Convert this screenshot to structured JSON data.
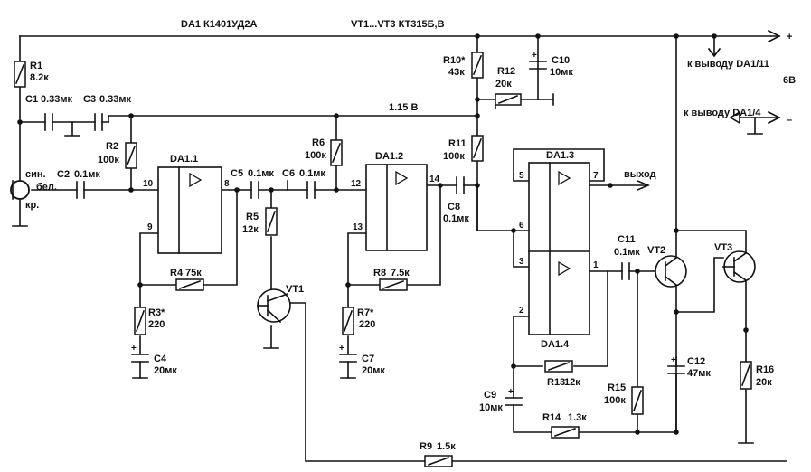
{
  "header": {
    "da1_type": "DA1  К1401УД2А",
    "vt_type": "VT1...VT3  КТ315Б,В"
  },
  "labels": {
    "plus": "+",
    "minus": "–",
    "supply_voltage": "6В",
    "bias_voltage": "1.15 В",
    "to_da1_11": "к выводу DA1/11",
    "to_da1_4": "к выводу DA1/4",
    "output": "выход",
    "mic_blue": "син.",
    "mic_white": "бел.",
    "mic_red": "кр."
  },
  "components": {
    "R1": {
      "name": "R1",
      "value": "8.2к"
    },
    "R2": {
      "name": "R2",
      "value": "100к"
    },
    "R3": {
      "name": "R3*",
      "value": "220"
    },
    "R4": {
      "name": "R4",
      "value": "75к"
    },
    "R5": {
      "name": "R5",
      "value": "12к"
    },
    "R6": {
      "name": "R6",
      "value": "100к"
    },
    "R7": {
      "name": "R7*",
      "value": "220"
    },
    "R8": {
      "name": "R8",
      "value": "7.5к"
    },
    "R9": {
      "name": "R9",
      "value": "1.5к"
    },
    "R10": {
      "name": "R10*",
      "value": "43к"
    },
    "R11": {
      "name": "R11",
      "value": "100к"
    },
    "R12": {
      "name": "R12",
      "value": "20к"
    },
    "R13": {
      "name": "R13",
      "value": "12к"
    },
    "R14": {
      "name": "R14",
      "value": "1.3к"
    },
    "R15": {
      "name": "R15",
      "value": "100к"
    },
    "R16": {
      "name": "R16",
      "value": "20к"
    },
    "C1": {
      "name": "C1",
      "value": "0.33мк"
    },
    "C2": {
      "name": "C2",
      "value": "0.1мк"
    },
    "C3": {
      "name": "C3",
      "value": "0.33мк"
    },
    "C4": {
      "name": "C4",
      "value": "20мк"
    },
    "C5": {
      "name": "C5",
      "value": "0.1мк"
    },
    "C6": {
      "name": "C6",
      "value": "0.1мк"
    },
    "C7": {
      "name": "C7",
      "value": "20мк"
    },
    "C8": {
      "name": "C8",
      "value": "0.1мк"
    },
    "C9": {
      "name": "C9",
      "value": "10мк"
    },
    "C10": {
      "name": "C10",
      "value": "10мк"
    },
    "C11": {
      "name": "C11",
      "value": "0.1мк"
    },
    "C12": {
      "name": "C12",
      "value": "47мк"
    },
    "DA1_1": {
      "name": "DA1.1"
    },
    "DA1_2": {
      "name": "DA1.2"
    },
    "DA1_3": {
      "name": "DA1.3"
    },
    "DA1_4": {
      "name": "DA1.4"
    },
    "VT1": {
      "name": "VT1"
    },
    "VT2": {
      "name": "VT2"
    },
    "VT3": {
      "name": "VT3"
    }
  },
  "pins": {
    "da11_in": "10",
    "da11_fb": "9",
    "da11_out": "8",
    "da12_in": "12",
    "da12_fb": "13",
    "da12_out": "14",
    "da13_in": "5",
    "da13_fb": "6",
    "da13_out": "7",
    "da14_in": "3",
    "da14_fb": "2",
    "da14_out": "1"
  }
}
